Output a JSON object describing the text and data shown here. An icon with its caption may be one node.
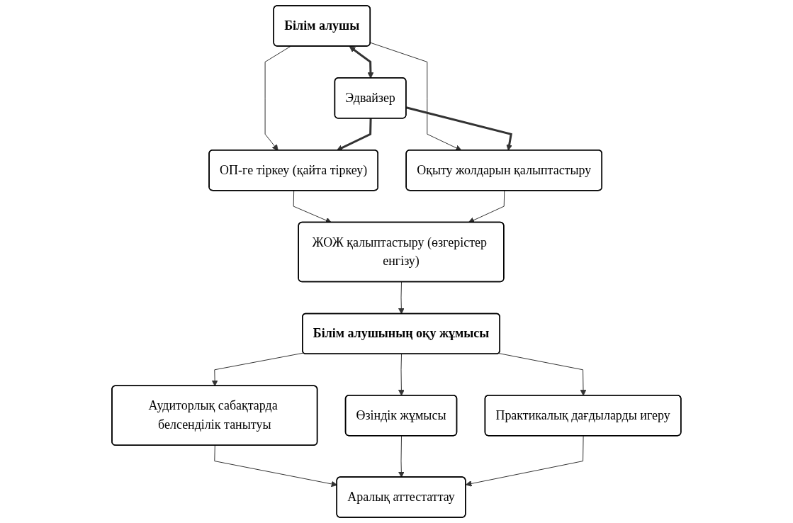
{
  "diagram": {
    "nodes": [
      {
        "text": [
          "Білім алушы"
        ]
      },
      {
        "text": [
          "ОП-ге тіркеу (қайта тіркеу)"
        ]
      },
      {
        "text": [
          "Эдвайзер"
        ]
      },
      {
        "text": [
          "Оқыту жолдарын қалыптастыру"
        ]
      },
      {
        "text": [
          "ЖОЖ қалыптастыру (өзгерістер енгізу)"
        ]
      },
      {
        "text": [
          "Білім алушының оқу жұмысы"
        ]
      },
      {
        "text": [
          "Аудиторлық сабақтарда белсенділік танытуы"
        ]
      },
      {
        "text": [
          "Өзіндік жұмысы"
        ]
      },
      {
        "text": [
          "Практикалық дағдыларды игеру"
        ]
      },
      {
        "text": [
          "Аралық аттестаттау"
        ]
      }
    ],
    "edges": [
      {
        "from": 0,
        "to": 1,
        "arrow": "to"
      },
      {
        "from": 0,
        "to": 3,
        "arrow": "to"
      },
      {
        "from": 0,
        "to": 2,
        "arrow": "both",
        "style": "thick"
      },
      {
        "from": 2,
        "to": 1,
        "arrow": "to",
        "style": "thick"
      },
      {
        "from": 2,
        "to": 3,
        "arrow": "to",
        "style": "thick"
      },
      {
        "from": 1,
        "to": 4,
        "arrow": "to"
      },
      {
        "from": 3,
        "to": 4,
        "arrow": "to"
      },
      {
        "from": 4,
        "to": 5,
        "arrow": "to"
      },
      {
        "from": 5,
        "to": 6,
        "arrow": "to"
      },
      {
        "from": 5,
        "to": 7,
        "arrow": "to"
      },
      {
        "from": 5,
        "to": 8,
        "arrow": "to"
      },
      {
        "from": 6,
        "to": 9,
        "arrow": "to"
      },
      {
        "from": 7,
        "to": 9,
        "arrow": "to"
      },
      {
        "from": 8,
        "to": 9,
        "arrow": "to"
      }
    ]
  }
}
